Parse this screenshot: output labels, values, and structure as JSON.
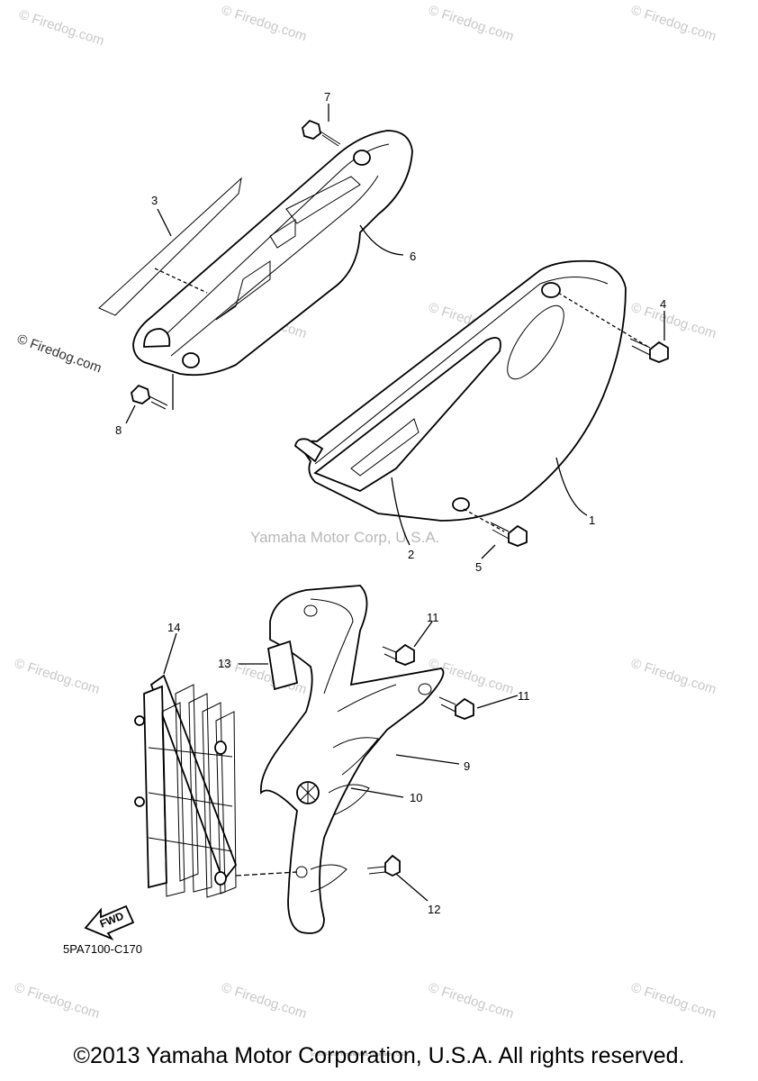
{
  "diagram": {
    "part_code": "5PA7100-C170",
    "fwd_label": "FWD",
    "watermark_main": "Yamaha Motor Corp, U.S.A.",
    "watermark_site": "© Firedog.com",
    "tiny_copy": "(c) 2005-2015 Yamaha Motor Corporation, U.S.A.",
    "callouts": [
      "1",
      "2",
      "3",
      "4",
      "5",
      "6",
      "7",
      "8",
      "9",
      "10",
      "11",
      "11",
      "12",
      "13",
      "14"
    ]
  },
  "footer": {
    "copyright": "©2013 Yamaha Motor Corporation, U.S.A. All rights reserved."
  }
}
